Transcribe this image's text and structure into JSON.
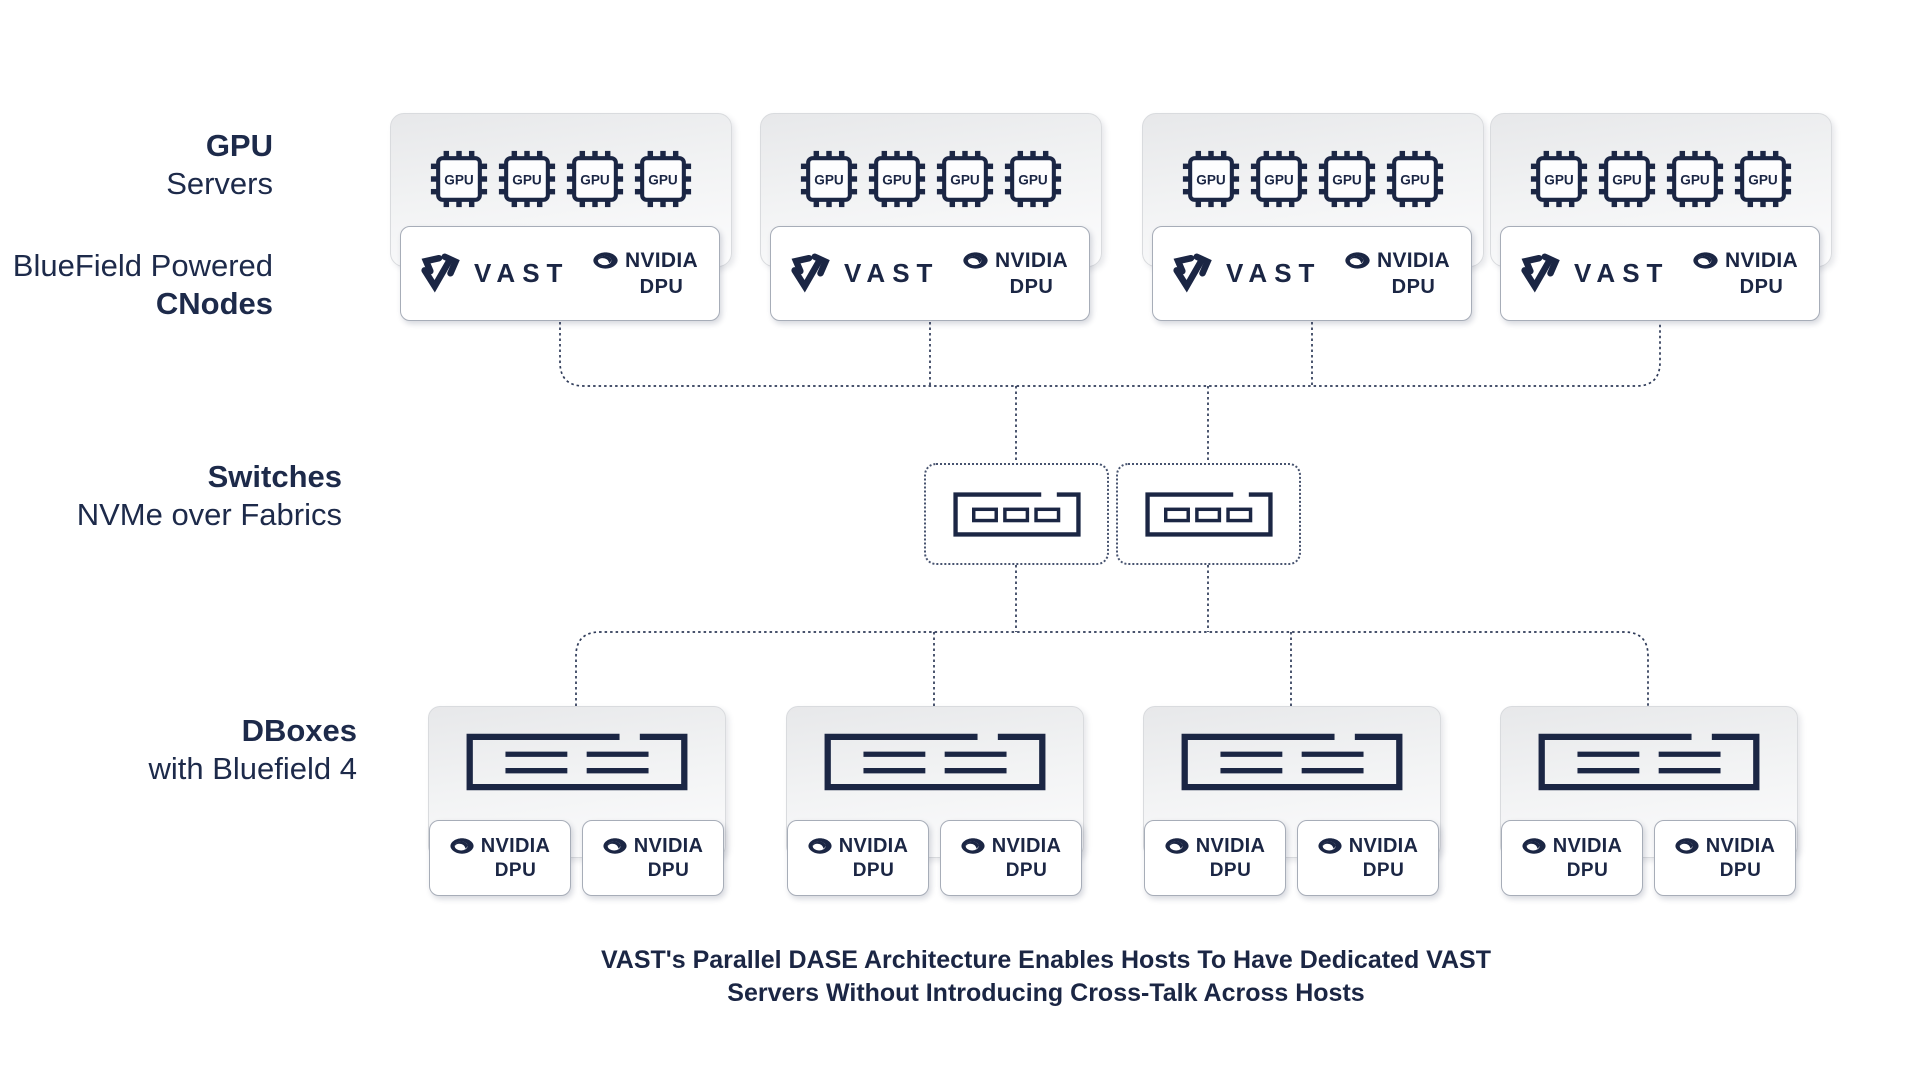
{
  "colors": {
    "navy": "#1b2644",
    "connector": "#2e3a58",
    "box_border": "#d9dbde",
    "card_border": "#a7adb8"
  },
  "tiers": {
    "gpu": {
      "title": "GPU",
      "subtitle": "Servers"
    },
    "cnodes": {
      "line1": "BlueField Powered",
      "line2": "CNodes"
    },
    "switches": {
      "title": "Switches",
      "subtitle": "NVMe over Fabrics"
    },
    "dboxes": {
      "title": "DBoxes",
      "subtitle": "with Bluefield 4"
    }
  },
  "counts": {
    "gpu_servers": 4,
    "gpus_per_server": 4,
    "cnodes": 4,
    "switches": 2,
    "dboxes": 4,
    "dpus_per_dbox": 2
  },
  "gpu_chip_label": "GPU",
  "vast_label": "VAST",
  "nvidia_label": "NVIDIA",
  "dpu_label": "DPU",
  "caption": {
    "line1": "VAST's Parallel DASE Architecture Enables Hosts To Have Dedicated VAST",
    "line2": "Servers Without Introducing Cross-Talk Across Hosts"
  }
}
